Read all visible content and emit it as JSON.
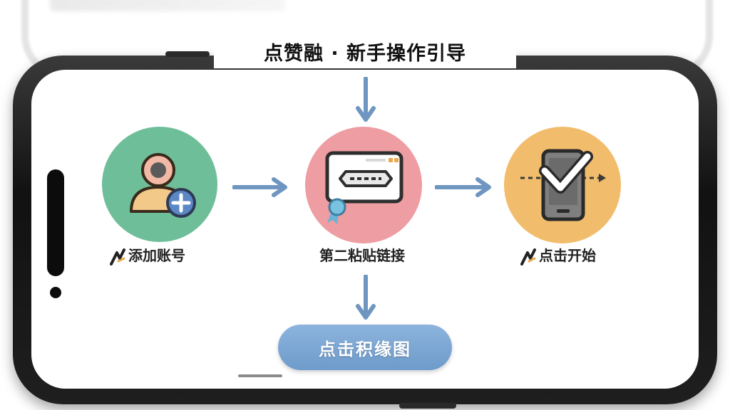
{
  "title": "点赞融 · 新手操作引导",
  "steps": [
    {
      "label": "添加账号",
      "icon": "add-user-icon",
      "color": "#6fbe9a"
    },
    {
      "label": "第二粘贴链接",
      "icon": "paste-link-icon",
      "color": "#ee9da2"
    },
    {
      "label": "点击开始",
      "icon": "phone-check-icon",
      "color": "#f1bd6c"
    }
  ],
  "cta": {
    "label": "点击积缘图"
  },
  "colors": {
    "arrow": "#6f96c0",
    "cta": "#7ea8d6"
  }
}
